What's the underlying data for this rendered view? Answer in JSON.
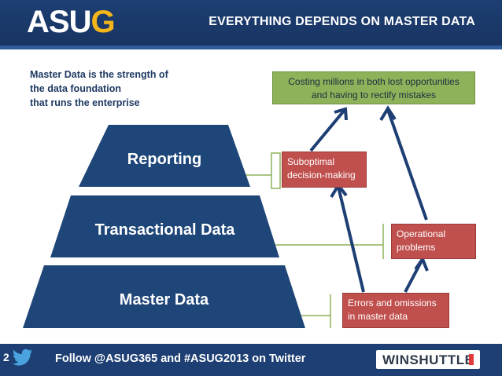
{
  "header": {
    "logo_text_1": "ASU",
    "logo_text_2": "G",
    "title": "EVERYTHING DEPENDS ON MASTER DATA"
  },
  "intro": {
    "line1": "Master Data is the strength of",
    "line2": "the data foundation",
    "line3": "that runs the enterprise"
  },
  "pyramid": {
    "top": "Reporting",
    "middle": "Transactional Data",
    "bottom": "Master Data"
  },
  "boxes": {
    "cost": {
      "line1": "Costing millions in both lost opportunities",
      "line2": "and having to rectify mistakes"
    },
    "suboptimal": {
      "line1": "Suboptimal",
      "line2": "decision-making"
    },
    "operational": {
      "line1": "Operational",
      "line2": "problems"
    },
    "errors": {
      "line1": "Errors and omissions",
      "line2": "in master data"
    }
  },
  "footer": {
    "page_number": "2",
    "text": "Follow @ASUG365 and #ASUG2013 on Twitter",
    "brand": "WINSHUTTLE"
  },
  "colors": {
    "navy": "#1d3f73",
    "pyramid": "#1f4678",
    "green": "#8db25a",
    "red": "#c0504d",
    "arrow": "#1d3f73"
  }
}
